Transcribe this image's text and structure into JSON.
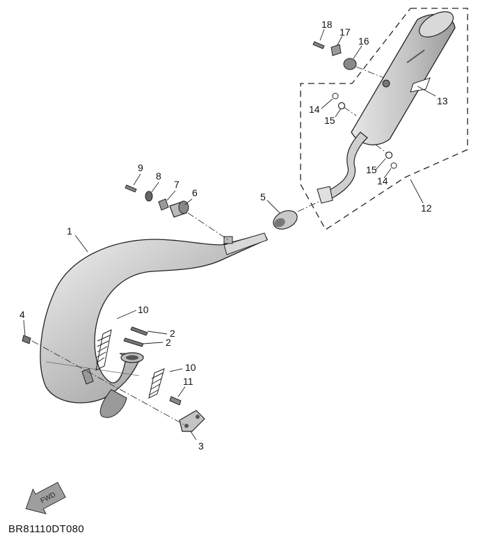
{
  "diagram": {
    "drawing_code": "BR81110DT080",
    "fwd_label": "FWD",
    "callouts": {
      "c1": "1",
      "c2a": "2",
      "c2b": "2",
      "c3": "3",
      "c4": "4",
      "c5": "5",
      "c6": "6",
      "c7": "7",
      "c8": "8",
      "c9": "9",
      "c10a": "10",
      "c10b": "10",
      "c11": "11",
      "c12": "12",
      "c13": "13",
      "c14a": "14",
      "c14b": "14",
      "c15a": "15",
      "c15b": "15",
      "c16": "16",
      "c17": "17",
      "c18": "18"
    }
  }
}
